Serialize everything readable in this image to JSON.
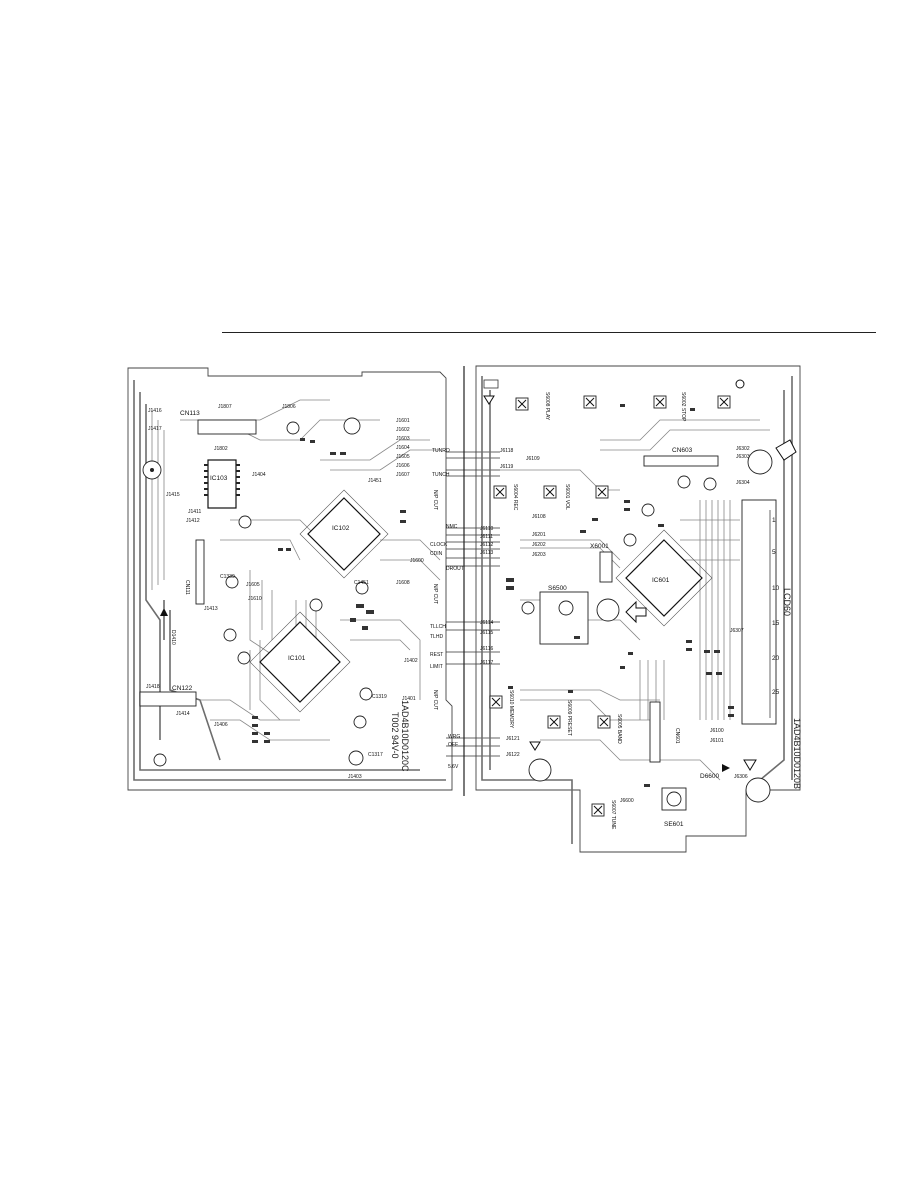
{
  "left_board": {
    "ics": [
      "IC102",
      "IC101",
      "IC103"
    ],
    "connectors": [
      "CN113",
      "CN122",
      "CN111"
    ],
    "diode": "D1410",
    "pcb_code": [
      "1AD4B10D0120C",
      "T002 94V-0"
    ],
    "ref_labels": [
      "J1416",
      "J1417",
      "J1807",
      "J1806",
      "J1802",
      "J1404",
      "J1415",
      "J1411",
      "J1412",
      "J1601",
      "J1602",
      "J1603",
      "J1604",
      "J1605",
      "J1606",
      "J1607",
      "J1451",
      "J1600",
      "J1608",
      "J1402",
      "J1401",
      "J1403",
      "J1406",
      "J1413",
      "J1414",
      "J1418",
      "J1605",
      "J1610",
      "C1339",
      "C1319",
      "C1317",
      "C1451"
    ]
  },
  "right_board": {
    "ics": [
      "IC601"
    ],
    "connectors": [
      "CN603",
      "CN601"
    ],
    "display": "LCD60",
    "lcd_scale": [
      "1",
      "5",
      "10",
      "15",
      "20",
      "25"
    ],
    "switch": "S6500",
    "crystal": "X6001",
    "sensor": "SE601",
    "diode": "D6600",
    "pcb_code": "1AD4B10D0120B",
    "button_labels": [
      "S6008 PLAY",
      "S6002 STOP",
      "S6004 REC",
      "S6001 VOL",
      "S6010 MEMORY",
      "S6005 BAND",
      "S6009 PRESET",
      "S6007 TUNE"
    ],
    "signal_labels": [
      "TUNRO",
      "TUNCH",
      "N/P CUT",
      "NMC",
      "CLOCK",
      "CDIN",
      "DROUT",
      "N/P CUT",
      "TLLCH",
      "TLHD",
      "REST",
      "LIMIT",
      "N/P CUT",
      "WRG",
      "OFF",
      "5.6V"
    ],
    "ref_labels": [
      "J6118",
      "J6119",
      "J6109",
      "J6108",
      "J6110",
      "J6111",
      "J6112",
      "J6113",
      "J6201",
      "J6202",
      "J6203",
      "J6114",
      "J6115",
      "J6116",
      "J6117",
      "J6121",
      "J6122",
      "J6600",
      "J6306",
      "J6100",
      "J6101",
      "J6307",
      "J6302",
      "J6303",
      "J6304"
    ]
  }
}
